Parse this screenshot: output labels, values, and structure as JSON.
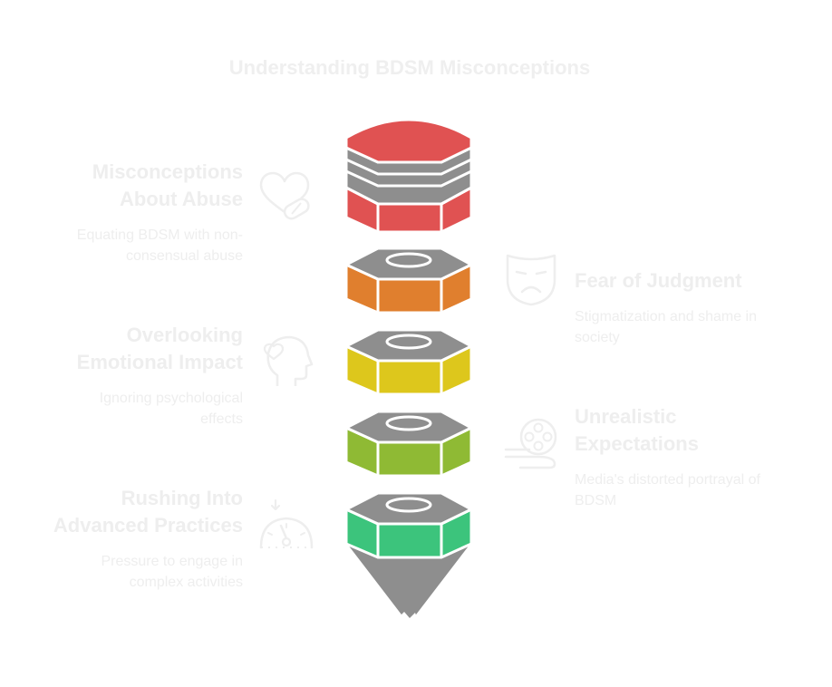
{
  "title": "Understanding BDSM Misconceptions",
  "items": [
    {
      "heading_line1": "Misconceptions",
      "heading_line2": "About Abuse",
      "desc_line1": "Equating BDSM with non-",
      "desc_line2": "consensual abuse",
      "icon": "heart-bandage-icon",
      "color": "#e05252"
    },
    {
      "heading_line1": "Fear of Judgment",
      "heading_line2": "",
      "desc_line1": "Stigmatization and shame in",
      "desc_line2": "society",
      "icon": "sad-mask-icon",
      "color": "#e07f2e"
    },
    {
      "heading_line1": "Overlooking",
      "heading_line2": "Emotional Impact",
      "desc_line1": "Ignoring psychological",
      "desc_line2": "effects",
      "icon": "head-heart-icon",
      "color": "#ddc71c"
    },
    {
      "heading_line1": "Unrealistic",
      "heading_line2": "Expectations",
      "desc_line1": "Media's distorted portrayal of",
      "desc_line2": "BDSM",
      "icon": "film-reel-icon",
      "color": "#8fba34"
    },
    {
      "heading_line1": "Rushing Into",
      "heading_line2": "Advanced Practices",
      "desc_line1": "Pressure to engage in",
      "desc_line2": "complex activities",
      "icon": "speedometer-icon",
      "color": "#3cc47c"
    }
  ]
}
